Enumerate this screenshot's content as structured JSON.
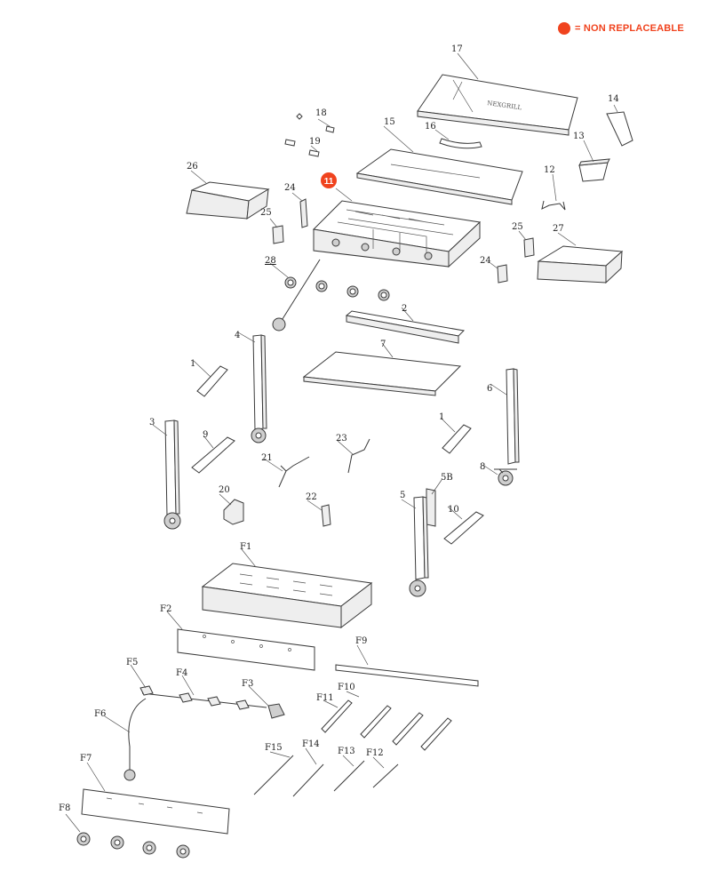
{
  "legend": {
    "text": "= NON REPLACEABLE",
    "color": "#f0431e"
  },
  "labels": {
    "p17": "17",
    "p14": "14",
    "p18": "18",
    "p16": "16",
    "p15": "15",
    "p13": "13",
    "p19": "19",
    "p12": "12",
    "p26": "26",
    "p24a": "24",
    "p25a": "25",
    "p25b": "25",
    "p27": "27",
    "p24b": "24",
    "p28": "28",
    "p2": "2",
    "p4": "4",
    "p7": "7",
    "p1a": "1",
    "p6": "6",
    "p3": "3",
    "p1b": "1",
    "p9": "9",
    "p23": "23",
    "p21": "21",
    "p8": "8",
    "p5B": "5B",
    "p20": "20",
    "p22": "22",
    "p5": "5",
    "p10": "10",
    "pF1": "F1",
    "pF2": "F2",
    "pF9": "F9",
    "pF5": "F5",
    "pF4": "F4",
    "pF3": "F3",
    "pF10": "F10",
    "pF11": "F11",
    "pF6": "F6",
    "pF15": "F15",
    "pF14": "F14",
    "pF13": "F13",
    "pF12": "F12",
    "pF7": "F7",
    "pF8": "F8"
  },
  "badge": {
    "text": "11"
  }
}
